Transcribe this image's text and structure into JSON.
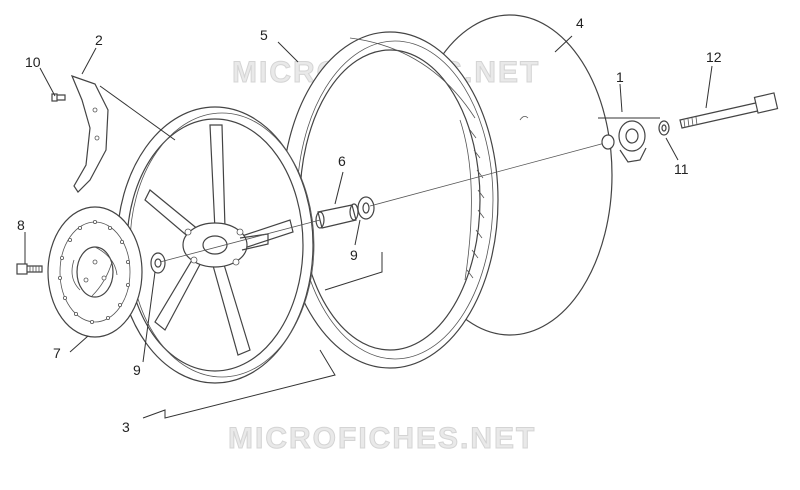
{
  "watermark": "MICROFICHES.NET",
  "callouts": {
    "c1": "1",
    "c2": "2",
    "c3": "3",
    "c4": "4",
    "c5": "5",
    "c6": "6",
    "c7": "7",
    "c8": "8",
    "c9a": "9",
    "c9b": "9",
    "c10": "10",
    "c11": "11",
    "c12": "12"
  }
}
